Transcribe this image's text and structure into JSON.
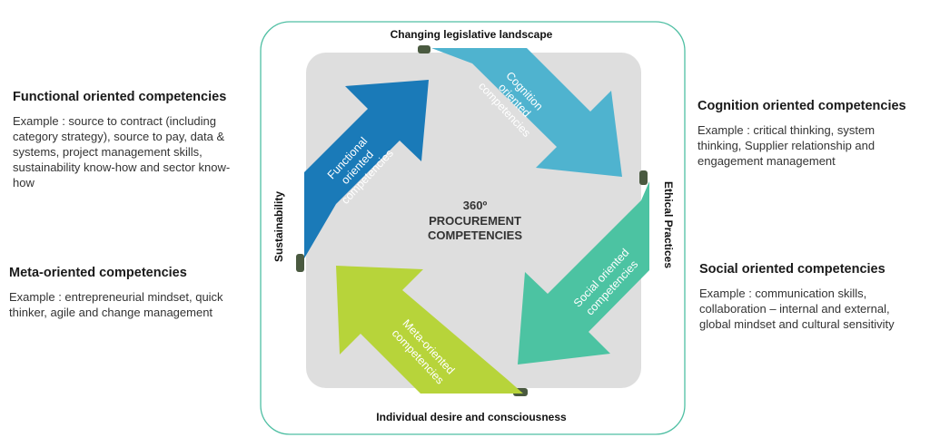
{
  "frame_labels": {
    "top": "Changing legislative landscape",
    "bottom": "Individual desire and consciousness",
    "left": "Sustainability",
    "right": "Ethical Practices"
  },
  "center": {
    "line1": "360º",
    "line2": "PROCUREMENT",
    "line3": "COMPETENCIES"
  },
  "arrows": {
    "functional": {
      "lines": [
        "Functional",
        "oriented",
        "competencies"
      ],
      "color": "#1a7ab8"
    },
    "cognition": {
      "lines": [
        "Cognition",
        "oriented",
        "competencies"
      ],
      "color": "#4fb3cf"
    },
    "social": {
      "lines": [
        "Social oriented",
        "competencies"
      ],
      "color": "#4cc3a2"
    },
    "meta": {
      "lines": [
        "Meta-oriented",
        "competencies"
      ],
      "color": "#b7d43a"
    }
  },
  "descriptions": {
    "functional": {
      "title": "Functional oriented competencies",
      "body": "Example : source to contract (including\ncategory strategy), source to pay, data &\nsystems, project management skills,\nsustainability know-how and sector know-\nhow"
    },
    "meta": {
      "title": "Meta-oriented competencies",
      "body": "Example : entrepreneurial mindset, quick\nthinker, agile and change management"
    },
    "cognition": {
      "title": "Cognition oriented competencies",
      "body": "Example : critical thinking, system\nthinking, Supplier relationship and\nengagement management"
    },
    "social": {
      "title": "Social oriented competencies",
      "body": "Example : communication skills,\ncollaboration – internal and external,\nglobal mindset and cultural sensitivity"
    }
  },
  "colors": {
    "frame_border": "#4fbfa3",
    "gray_square": "#dedede",
    "shadow": "#4a5a40"
  }
}
